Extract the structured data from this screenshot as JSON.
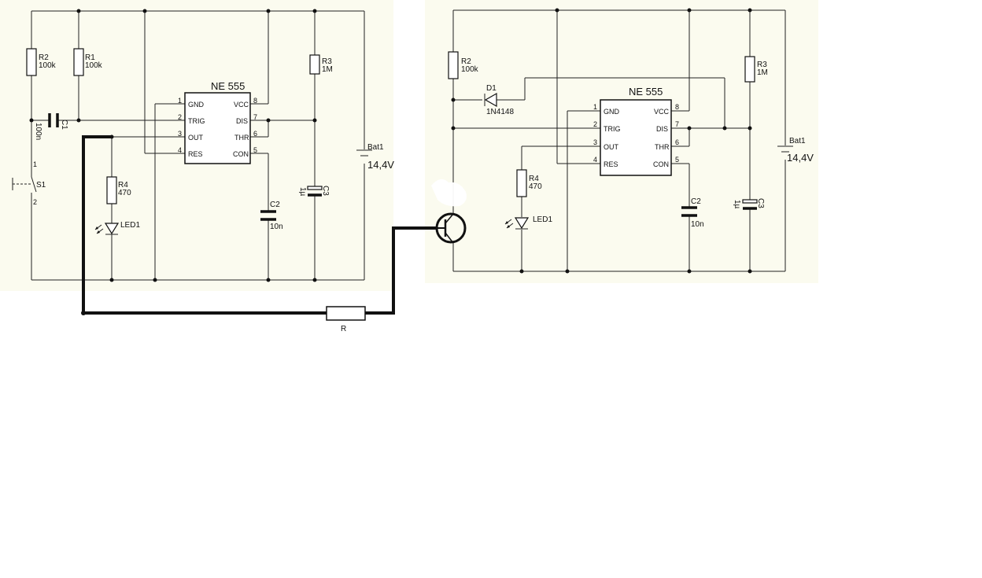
{
  "colors": {
    "panel_bg": "#fbfbef",
    "wire": "#222222",
    "page_bg": "#ffffff"
  },
  "left": {
    "ic_title": "NE 555",
    "pins_left": [
      {
        "num": "1",
        "name": "GND"
      },
      {
        "num": "2",
        "name": "TRIG"
      },
      {
        "num": "3",
        "name": "OUT"
      },
      {
        "num": "4",
        "name": "RES"
      }
    ],
    "pins_right": [
      {
        "num": "8",
        "name": "VCC"
      },
      {
        "num": "7",
        "name": "DIS"
      },
      {
        "num": "6",
        "name": "THR"
      },
      {
        "num": "5",
        "name": "CON"
      }
    ],
    "r2": {
      "ref": "R2",
      "val": "100k"
    },
    "r1": {
      "ref": "R1",
      "val": "100k"
    },
    "r3": {
      "ref": "R3",
      "val": "1M"
    },
    "r4": {
      "ref": "R4",
      "val": "470"
    },
    "c1": {
      "ref": "C1",
      "val": "100n"
    },
    "c2": {
      "ref": "C2",
      "val": "10n"
    },
    "c3": {
      "ref": "C3",
      "val": "1µ"
    },
    "s1": {
      "ref": "S1",
      "pin1": "1",
      "pin2": "2"
    },
    "led": {
      "ref": "LED1"
    },
    "bat": {
      "ref": "Bat1",
      "val": "14,4V"
    }
  },
  "right": {
    "ic_title": "NE 555",
    "pins_left": [
      {
        "num": "1",
        "name": "GND"
      },
      {
        "num": "2",
        "name": "TRIG"
      },
      {
        "num": "3",
        "name": "OUT"
      },
      {
        "num": "4",
        "name": "RES"
      }
    ],
    "pins_right": [
      {
        "num": "8",
        "name": "VCC"
      },
      {
        "num": "7",
        "name": "DIS"
      },
      {
        "num": "6",
        "name": "THR"
      },
      {
        "num": "5",
        "name": "CON"
      }
    ],
    "r2": {
      "ref": "R2",
      "val": "100k"
    },
    "r3": {
      "ref": "R3",
      "val": "1M"
    },
    "r4": {
      "ref": "R4",
      "val": "470"
    },
    "d1": {
      "ref": "D1",
      "val": "1N4148"
    },
    "c2": {
      "ref": "C2",
      "val": "10n"
    },
    "c3": {
      "ref": "C3",
      "val": "1µ"
    },
    "led": {
      "ref": "LED1"
    },
    "bat": {
      "ref": "Bat1",
      "val": "14,4V"
    }
  },
  "link_resistor": {
    "ref": "R"
  }
}
